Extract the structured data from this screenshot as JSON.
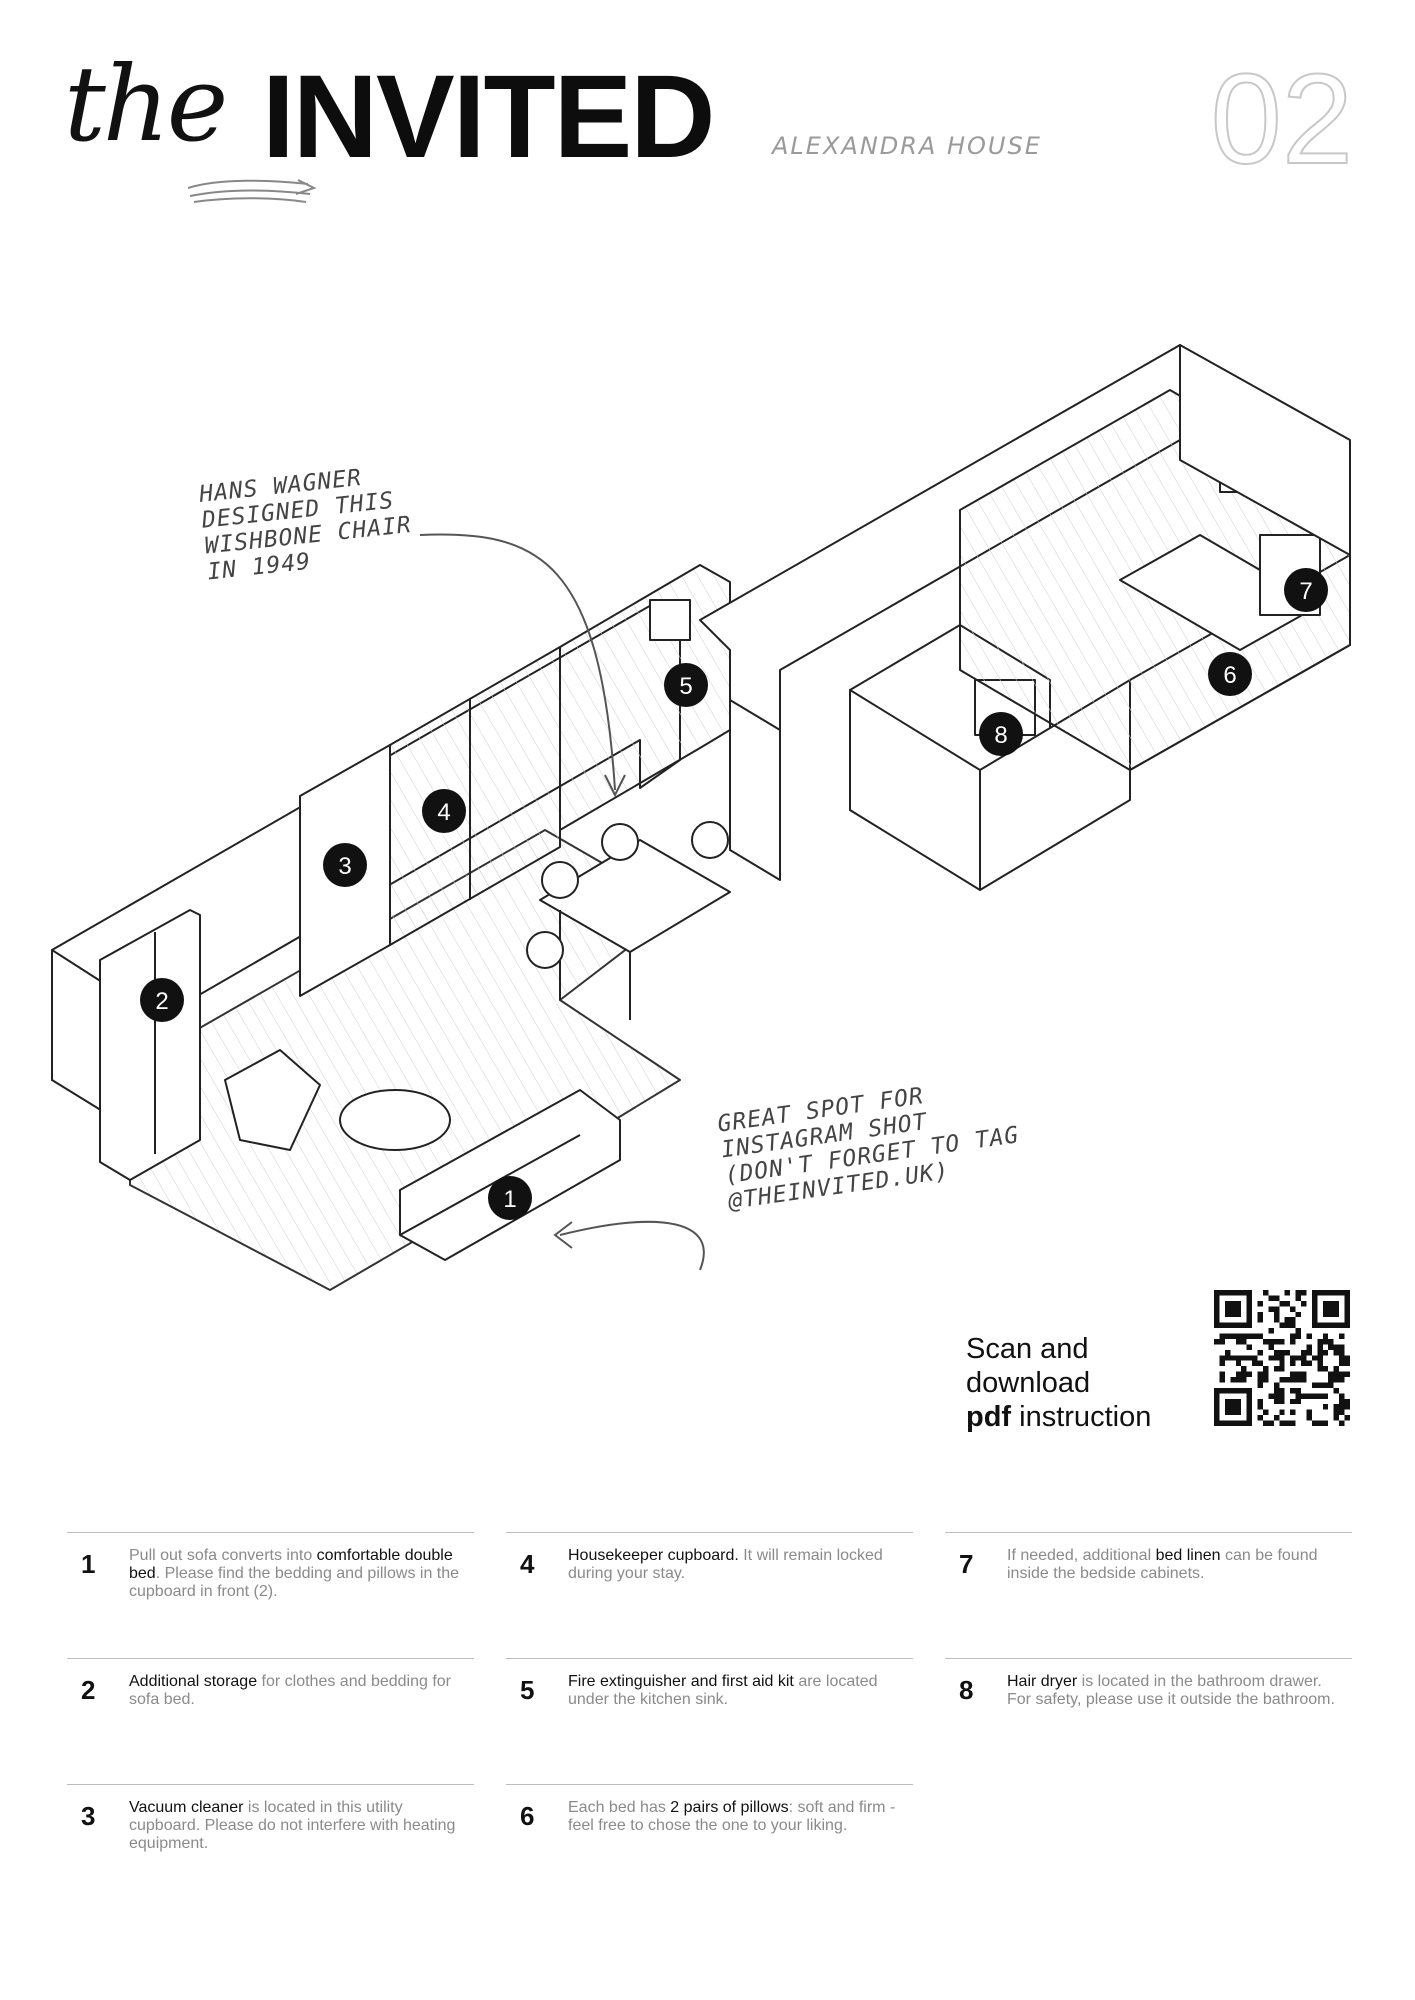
{
  "header": {
    "logo_script": "the",
    "logo_word": "INVITED",
    "subtitle": "ALEXANDRA HOUSE",
    "page_number": "02"
  },
  "annotations": {
    "chair_note": "HANS WAGNER\nDESIGNED THIS\nWISHBONE CHAIR\nIN 1949",
    "instagram_note": "GREAT SPOT FOR\nINSTAGRAM SHOT\n(DON'T FORGET TO TAG\n@THEINVITED.UK)"
  },
  "markers": [
    "1",
    "2",
    "3",
    "4",
    "5",
    "6",
    "7",
    "8"
  ],
  "scan": {
    "line1": "Scan and",
    "line2": "download",
    "bold": "pdf",
    "rest": " instruction"
  },
  "instructions": [
    {
      "num": "1",
      "parts": [
        [
          "t",
          "Pull out sofa converts into "
        ],
        [
          "b",
          "comfortable double bed"
        ],
        [
          "t",
          ". Please find the bedding and pillows in the cupboard in front (2)."
        ]
      ]
    },
    {
      "num": "2",
      "parts": [
        [
          "b",
          "Additional storage"
        ],
        [
          "t",
          " for clothes and bedding for sofa bed."
        ]
      ]
    },
    {
      "num": "3",
      "parts": [
        [
          "b",
          "Vacuum cleaner"
        ],
        [
          "t",
          " is located in this utility cupboard.  Please do not interfere with heating equipment."
        ]
      ]
    },
    {
      "num": "4",
      "parts": [
        [
          "b",
          "Housekeeper cupboard."
        ],
        [
          "t",
          " It will remain locked during your stay."
        ]
      ]
    },
    {
      "num": "5",
      "parts": [
        [
          "b",
          "Fire extinguisher and first aid kit"
        ],
        [
          "t",
          " are located under the kitchen sink."
        ]
      ]
    },
    {
      "num": "6",
      "parts": [
        [
          "t",
          "Each bed has "
        ],
        [
          "b",
          "2 pairs of pillows"
        ],
        [
          "t",
          ": soft and firm - feel free to chose the one to your liking."
        ]
      ]
    },
    {
      "num": "7",
      "parts": [
        [
          "t",
          "If needed, additional "
        ],
        [
          "b",
          "bed linen"
        ],
        [
          "t",
          " can be found inside the bedside cabinets."
        ]
      ]
    },
    {
      "num": "8",
      "parts": [
        [
          "b",
          "Hair dryer"
        ],
        [
          "t",
          " is located in the bathroom drawer. For safety, please use it outside the bathroom."
        ]
      ]
    }
  ]
}
